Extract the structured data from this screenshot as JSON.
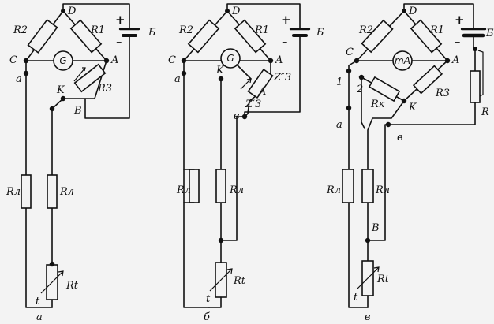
{
  "diagrams": [
    {
      "labels": {
        "top": "D",
        "left": "C",
        "right": "A",
        "arm_left": "R2",
        "arm_right": "R1",
        "meter": "G",
        "rheostat": "R3",
        "node_k": "K",
        "node_b": "B",
        "term_a": "a",
        "battery": "Б",
        "plus": "+",
        "minus": "–",
        "line_left": "Rл",
        "line_right": "Rл",
        "sensor": "Rt",
        "sensor_t": "t"
      },
      "caption": "а"
    },
    {
      "labels": {
        "top": "D",
        "left": "C",
        "right": "A",
        "arm_left": "R2",
        "arm_right": "R1",
        "meter": "G",
        "rheostat_upper": "Z″3",
        "rheostat_lower": "Z′3",
        "node_k": "K",
        "node_a": "A",
        "term_a": "a",
        "term_v": "в",
        "battery": "Б",
        "plus": "+",
        "minus": "–",
        "line_left": "Rл",
        "line_right": "Rл",
        "sensor": "Rt",
        "sensor_t": "t"
      },
      "caption": "б"
    },
    {
      "labels": {
        "top": "D",
        "left": "C",
        "right": "A",
        "arm_left": "R2",
        "arm_right": "R1",
        "meter": "mA",
        "arm_k": "Rк",
        "rheostat": "R3",
        "node_k": "K",
        "node_b": "B",
        "term_1": "1",
        "term_2": "2",
        "term_a": "a",
        "term_v": "в",
        "battery": "Б",
        "plus": "+",
        "minus": "–",
        "series": "R",
        "line_left": "Rл",
        "line_right": "Rл",
        "sensor": "Rt",
        "sensor_t": "t"
      },
      "caption": "в"
    }
  ]
}
